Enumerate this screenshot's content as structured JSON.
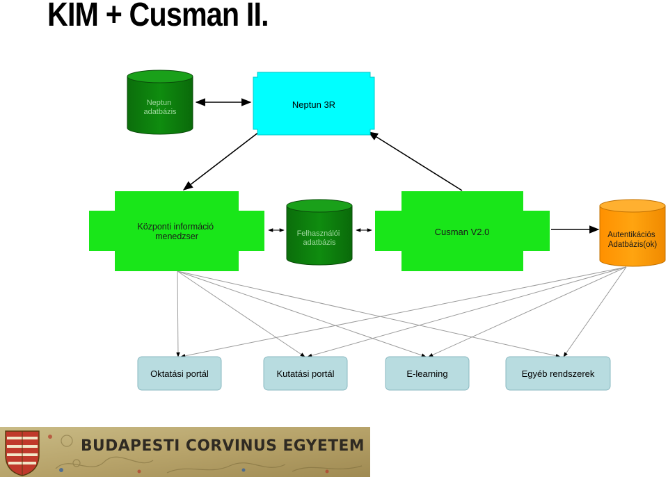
{
  "title": "KIM + Cusman II.",
  "nodes": {
    "neptun_db": "Neptun adatbázis",
    "neptun_3r": "Neptun 3R",
    "kim": "Központi információ menedzser",
    "felhasznaloi_db": "Felhasználói adatbázis",
    "cusman": "Cusman V2.0",
    "autentikacios_db": "Autentikációs Adatbázis(ok)"
  },
  "portals": [
    "Oktatási portál",
    "Kutatási portál",
    "E-learning",
    "Egyéb rendszerek"
  ],
  "footer": {
    "university": "BUDAPESTI CORVINUS EGYETEM"
  },
  "colors": {
    "green": "#19e619",
    "dark_green": "#0a7a0a",
    "cyan": "#00ffff",
    "orange": "#ff9900",
    "portal_fill": "#b8dce0"
  }
}
